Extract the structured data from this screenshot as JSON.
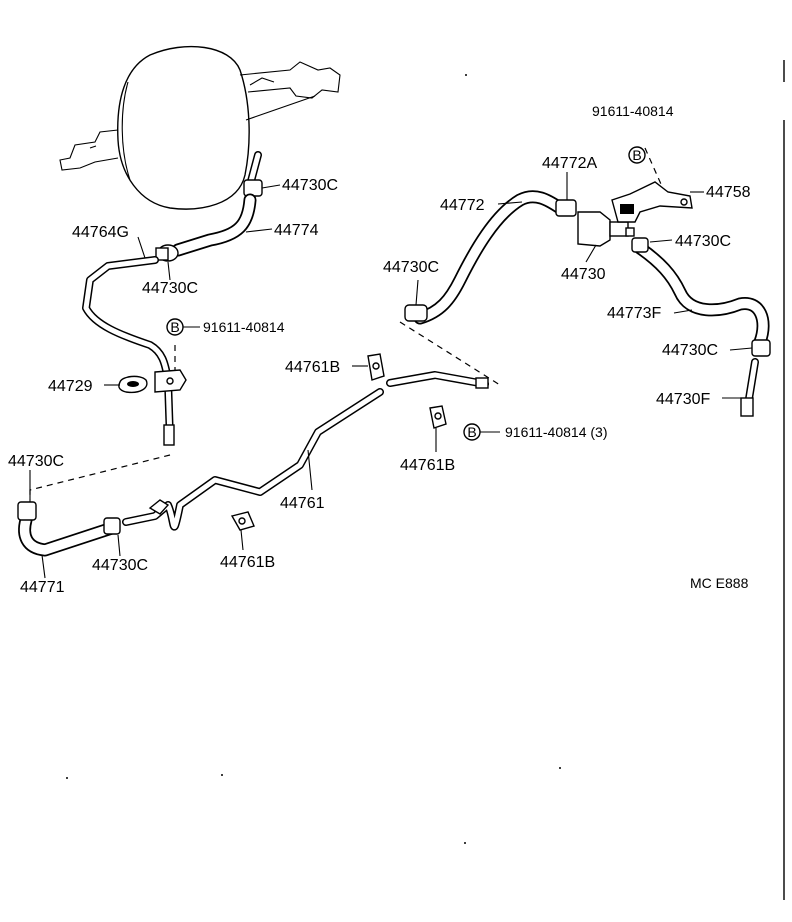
{
  "parts": {
    "p44730C_top": "44730C",
    "p44774": "44774",
    "p44764G": "44764G",
    "p44730C_mid": "44730C",
    "p91611_left": "91611-40814",
    "p44729": "44729",
    "p44730C_left": "44730C",
    "p44771": "44771",
    "p44730C_bottom": "44730C",
    "p44761B_top": "44761B",
    "p44761": "44761",
    "p44761B_bottom": "44761B",
    "p44761B_right": "44761B",
    "p91611_3": "91611-40814 (3)",
    "p91611_top": "91611-40814",
    "p44772A": "44772A",
    "p44772": "44772",
    "p44758": "44758",
    "p44730C_right1": "44730C",
    "p44730C_right_left": "44730C",
    "p44730": "44730",
    "p44773F": "44773F",
    "p44730C_right2": "44730C",
    "p44730F": "44730F"
  },
  "bolt_marker": "B",
  "diagram_code": "MC  E888"
}
